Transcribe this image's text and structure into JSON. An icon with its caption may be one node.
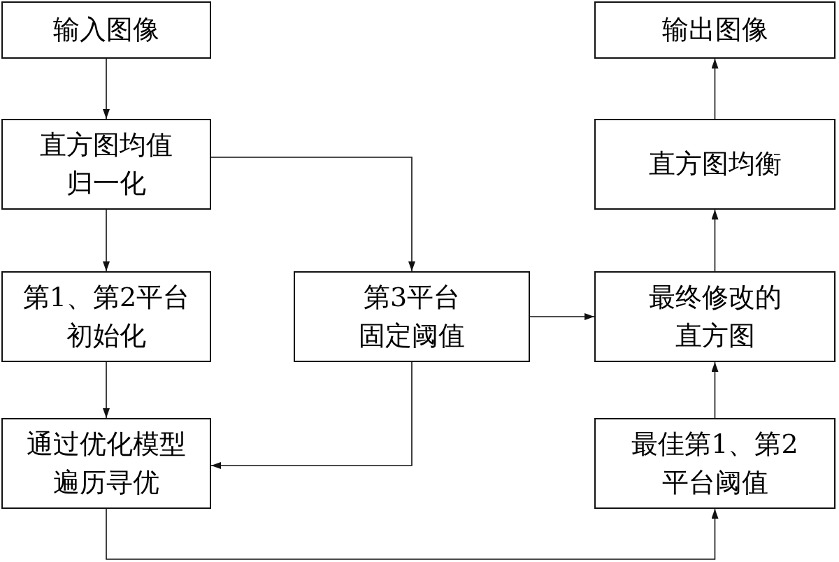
{
  "diagram": {
    "nodes": [
      {
        "text": [
          "输入图像"
        ]
      },
      {
        "text": [
          "直方图均值归一化"
        ]
      },
      {
        "text": [
          "第1、第2平台初始化"
        ]
      },
      {
        "text": [
          "通过优化模型遍历寻优"
        ]
      },
      {
        "text": [
          "第3平台固定阈值"
        ]
      },
      {
        "text": [
          "输出图像"
        ]
      },
      {
        "text": [
          "直方图均衡"
        ]
      },
      {
        "text": [
          "最终修改的直方图"
        ]
      },
      {
        "text": [
          "最佳第1、第2平台阈值"
        ]
      }
    ],
    "edges": [
      {
        "from": 0,
        "to": 1,
        "arrow": "to"
      },
      {
        "from": 1,
        "to": 2,
        "arrow": "to"
      },
      {
        "from": 2,
        "to": 3,
        "arrow": "to"
      },
      {
        "from": 1,
        "to": 4,
        "arrow": "to"
      },
      {
        "from": 4,
        "to": 3,
        "arrow": "to"
      },
      {
        "from": 3,
        "to": 8,
        "arrow": "to"
      },
      {
        "from": 4,
        "to": 7,
        "arrow": "to"
      },
      {
        "from": 8,
        "to": 7,
        "arrow": "to"
      },
      {
        "from": 7,
        "to": 6,
        "arrow": "to"
      },
      {
        "from": 6,
        "to": 5,
        "arrow": "to"
      }
    ]
  }
}
